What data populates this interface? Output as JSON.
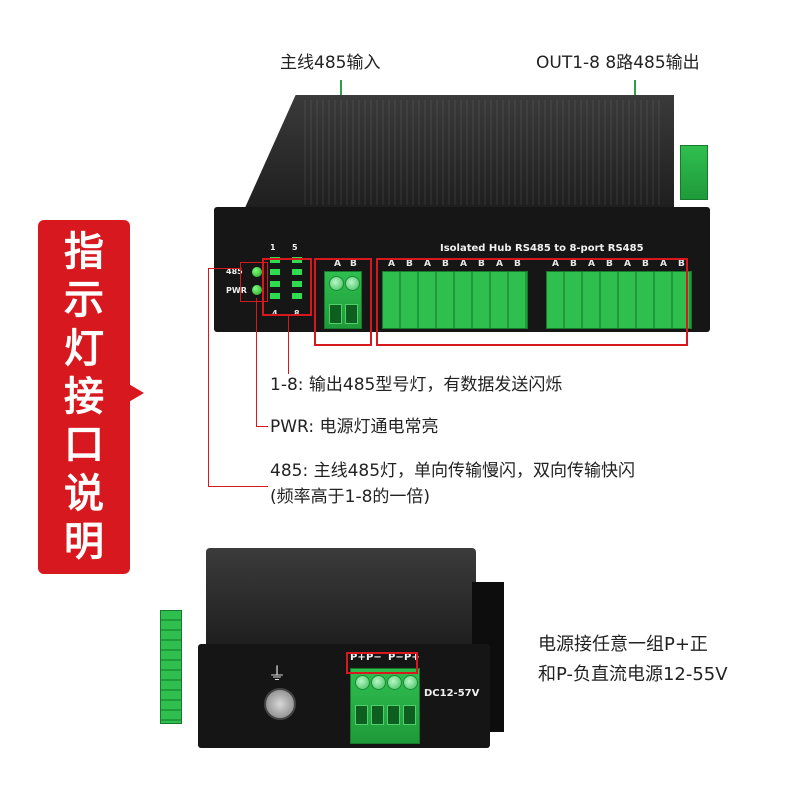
{
  "labels": {
    "main_input": "主线485输入",
    "outputs": "OUT1-8 8路485输出"
  },
  "side_banner": {
    "chars": [
      "指",
      "示",
      "灯",
      "接",
      "口",
      "说",
      "明"
    ]
  },
  "device_top": {
    "title": "Isolated Hub  RS485 to 8-port RS485",
    "led_485_label": "485",
    "led_pwr_label": "PWR",
    "led_group_numbers": [
      "1",
      "5",
      "4",
      "8"
    ],
    "input_ab": [
      "A",
      "B"
    ],
    "output_ab": [
      "A",
      "B",
      "A",
      "B",
      "A",
      "B",
      "A",
      "B",
      "A",
      "B",
      "A",
      "B",
      "A",
      "B",
      "A",
      "B"
    ]
  },
  "callouts": {
    "leds_1_8": "1-8: 输出485型号灯，有数据发送闪烁",
    "pwr": "PWR: 电源灯通电常亮",
    "led_485_line1": "485: 主线485灯，单向传输慢闪，双向传输快闪",
    "led_485_line2": "(频率高于1-8的一倍)"
  },
  "device_bottom": {
    "power_pins": [
      "P+",
      "P−",
      "P−",
      "P+"
    ],
    "voltage_label": "DC12-57V",
    "ground_symbol": "⏚"
  },
  "power_note": {
    "line1": "电源接任意一组P+正",
    "line2": "和P-负直流电源12-55V"
  },
  "colors": {
    "accent_red": "#d7191f",
    "terminal_green": "#2fbf4f",
    "callout_line_green": "#2ea043",
    "device_black": "#1b1b1b"
  }
}
